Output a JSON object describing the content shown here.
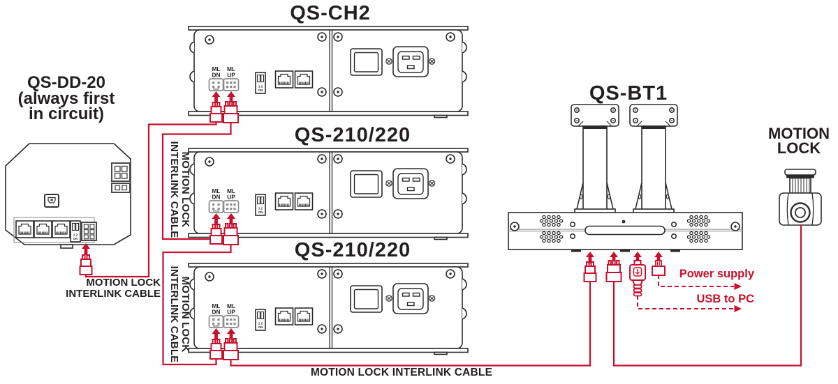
{
  "devices": {
    "qs_dd20": {
      "name": "QS-DD-20",
      "note_line1": "(always first",
      "note_line2": "in circuit)"
    },
    "rack_units": [
      {
        "title": "QS-CH2"
      },
      {
        "title": "QS-210/220"
      },
      {
        "title": "QS-210/220"
      }
    ],
    "qs_bt1": {
      "name": "QS-BT1"
    },
    "motion_lock": {
      "name_line1": "MOTION",
      "name_line2": "LOCK"
    }
  },
  "ports": {
    "ml_dn_l1": "ML",
    "ml_dn_l2": "DN",
    "ml_up_l1": "ML",
    "ml_up_l2": "UP",
    "dip_numbers": "1 2",
    "dip_on": "ON"
  },
  "labels": {
    "dd20_cable_l1": "MOTION LOCK",
    "dd20_cable_l2": "INTERLINK CABLE",
    "vertical_cable_l1": "MOTION LOCK",
    "vertical_cable_l2": "INTERLINK CABLE",
    "bottom_cable": "MOTION LOCK INTERLINK CABLE",
    "power_supply": "Power supply",
    "usb_to_pc": "USB to PC"
  },
  "colors": {
    "cable_red": "#c8102e",
    "ink": "#231f20"
  }
}
